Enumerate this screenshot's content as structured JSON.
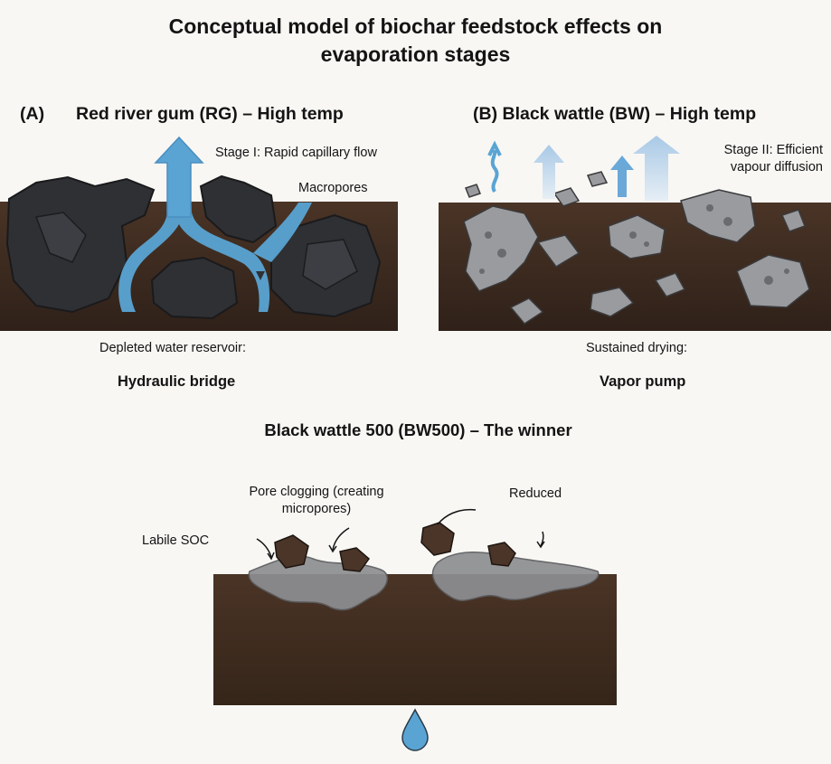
{
  "title": "Conceptual model of biochar feedstock effects on evaporation stages",
  "panel_a": {
    "letter": "(A)",
    "title": "Red river gum (RG) – High temp",
    "stage_label": "Stage I: Rapid capillary flow",
    "macropores_label": "Macropores",
    "caption": "Depleted water reservoir:",
    "mechanism": "Hydraulic bridge"
  },
  "panel_b": {
    "title": "(B) Black wattle (BW) – High temp",
    "stage_label": "Stage II: Efficient vapour diffusion",
    "caption": "Sustained drying:",
    "mechanism": "Vapor pump"
  },
  "panel_c": {
    "title": "Black wattle 500 (BW500) – The winner",
    "labile_label": "Labile SOC",
    "clogging_label": "Pore clogging (creating micropores)",
    "reduced_label": "Reduced"
  },
  "colors": {
    "soil": "#3b2a20",
    "water": "#5aa4d4",
    "char": "#2e2f33",
    "char_grey": "#9a9b9e"
  }
}
